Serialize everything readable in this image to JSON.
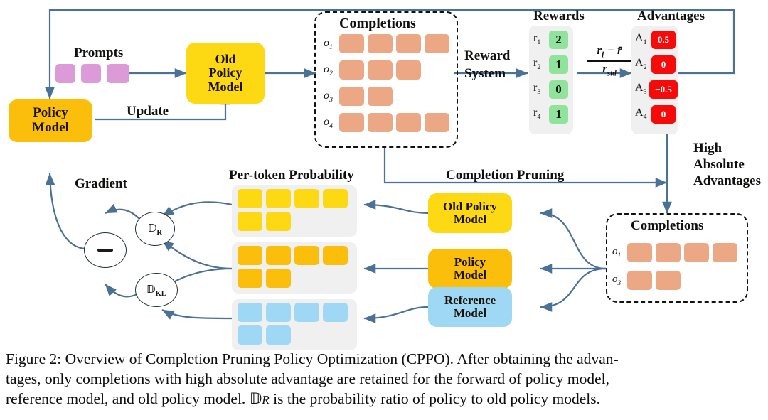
{
  "figure": {
    "caption": "Figure 2: Overview of Completion Pruning Policy Optimization (CPPO). After obtaining the advantages, only completions with high absolute advantage are retained for the forward of policy model, reference model, and old policy model. ℰR is the probability ratio of policy to old policy models.",
    "caption_lines": [
      "Figure 2: Overview of Completion Pruning Policy Optimization (CPPO). After obtaining the advan-",
      "tages, only completions with high absolute advantage are retained for the forward of policy model,",
      "reference model, and old policy model. ℰR is the probability ratio of policy to old policy models."
    ]
  },
  "colors": {
    "wire": "#4a7296",
    "old_policy_model": "#fcd913",
    "policy_model": "#fbbe0b",
    "reference_model": "#9fd8f5",
    "completion_chip": "#eca785",
    "prompt_chip": "#dc9ad8",
    "reward_cell": "#8fe39a",
    "advantage_cell": "#f60b0b",
    "panel": "#f0f0f0",
    "text": "#10100e"
  },
  "labels": {
    "prompts": "Prompts",
    "update": "Update",
    "gradient": "Gradient",
    "reward_system_l1": "Reward",
    "reward_system_l2": "System",
    "rewards_title": "Rewards",
    "advantages_title": "Advantages",
    "per_token_probability": "Per-token Probability",
    "completion_pruning": "Completion  Pruning",
    "high_abs_l1": "High",
    "high_abs_l2": "Absolute",
    "high_abs_l3": "Advantages",
    "completions_title": "Completions",
    "completions_title_pruned": "Completions"
  },
  "boxes": {
    "policy_model": {
      "lines": [
        "Policy",
        "Model"
      ]
    },
    "old_policy_model_top": {
      "lines": [
        "Old",
        "Policy",
        "Model"
      ]
    },
    "old_policy_model_bottom": {
      "lines": [
        "Old Policy",
        "Model"
      ]
    },
    "policy_model_bottom": {
      "lines": [
        "Policy",
        "Model"
      ]
    },
    "reference_model": {
      "lines": [
        "Reference",
        "Model"
      ]
    }
  },
  "prompts": {
    "count": 3
  },
  "completions": {
    "rows": [
      {
        "label": "o",
        "index": "1",
        "blocks": 4
      },
      {
        "label": "o",
        "index": "2",
        "blocks": 3
      },
      {
        "label": "o",
        "index": "3",
        "blocks": 2
      },
      {
        "label": "o",
        "index": "4",
        "blocks": 4
      }
    ]
  },
  "completions_pruned": {
    "rows": [
      {
        "label": "o",
        "index": "1",
        "blocks": 4
      },
      {
        "label": "o",
        "index": "3",
        "blocks": 2
      }
    ]
  },
  "rewards": {
    "items": [
      {
        "label": "r",
        "index": "1",
        "value": "2"
      },
      {
        "label": "r",
        "index": "2",
        "value": "1"
      },
      {
        "label": "r",
        "index": "3",
        "value": "0"
      },
      {
        "label": "r",
        "index": "4",
        "value": "1"
      }
    ]
  },
  "advantages": {
    "items": [
      {
        "label": "A",
        "index": "1",
        "value": "0.5"
      },
      {
        "label": "A",
        "index": "2",
        "value": "0"
      },
      {
        "label": "A",
        "index": "3",
        "value": "−0.5"
      },
      {
        "label": "A",
        "index": "4",
        "value": "0"
      }
    ]
  },
  "formula": {
    "numerator": "r",
    "numerator_sub": "i",
    "numerator_rest": " − r̄",
    "denominator": "r",
    "denominator_sub": "std",
    "full": "(r_i − r̄) / r_std"
  },
  "operators": {
    "subtract": "−",
    "d_r": "D",
    "d_r_sub": "R",
    "d_kl": "D",
    "d_kl_sub": "KL"
  },
  "token_grids": [
    {
      "name": "old-policy-probabilities",
      "color_key": "ypale",
      "row1": 4,
      "row2": 2
    },
    {
      "name": "policy-probabilities",
      "color_key": "yamber",
      "row1": 4,
      "row2": 2
    },
    {
      "name": "reference-probabilities",
      "color_key": "blue",
      "row1": 4,
      "row2": 2
    }
  ]
}
